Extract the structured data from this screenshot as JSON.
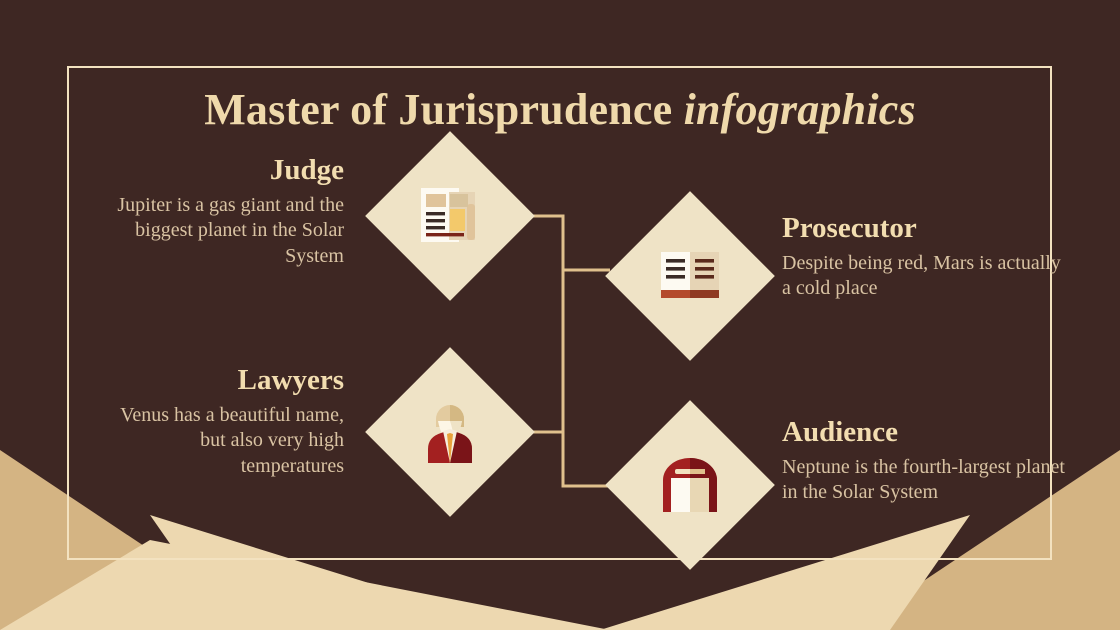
{
  "slide": {
    "title_main": "Master of Jurisprudence ",
    "title_emphasis": "infographics",
    "colors": {
      "background": "#3e2723",
      "frame": "#f3e2c0",
      "title": "#efd9ab",
      "heading": "#f2ddb0",
      "body": "#d9c3a3",
      "diamond": "#efe3c6",
      "connector": "#e0c08d",
      "corner_tan": "#d4b483",
      "corner_cream": "#edd8b0",
      "icon_red": "#a32020",
      "icon_dark_red": "#7a1418",
      "icon_gold": "#f3c96b",
      "icon_tan": "#e0c49b",
      "icon_dark": "#3a2b26",
      "icon_white": "#fdfaf2"
    }
  },
  "items": [
    {
      "id": "judge",
      "heading": "Judge",
      "body": "Jupiter is a gas giant and the biggest planet in the Solar System",
      "icon": "newspaper-document-icon",
      "align": "right"
    },
    {
      "id": "prosecutor",
      "heading": "Prosecutor",
      "body": "Despite being red, Mars is actually a cold place",
      "icon": "open-book-icon",
      "align": "left"
    },
    {
      "id": "lawyers",
      "heading": "Lawyers",
      "body": "Venus has a beautiful name, but also very high temperatures",
      "icon": "barrister-person-icon",
      "align": "right"
    },
    {
      "id": "audience",
      "heading": "Audience",
      "body": "Neptune is the fourth-largest planet in the Solar System",
      "icon": "witness-stand-icon",
      "align": "left"
    }
  ]
}
